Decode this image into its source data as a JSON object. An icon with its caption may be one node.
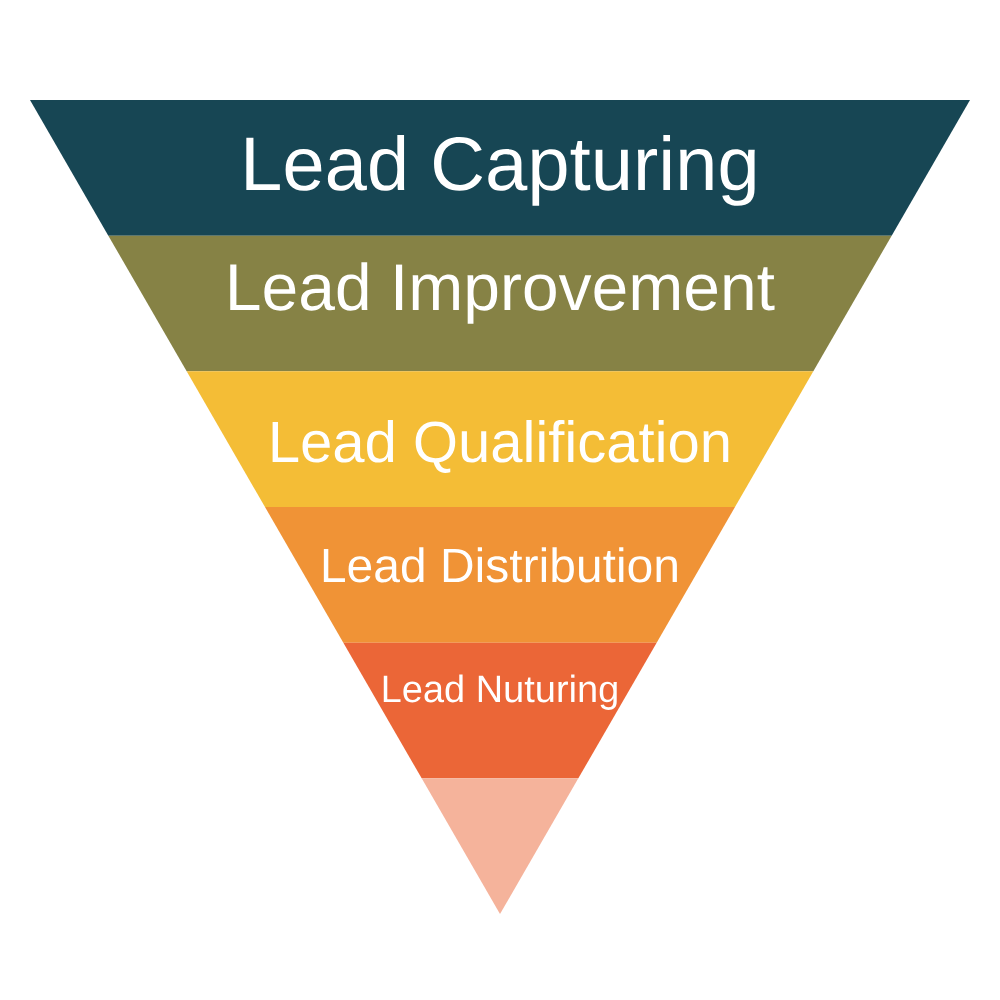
{
  "diagram": {
    "nodes": [
      {
        "text": [
          "Lead Capturing"
        ]
      },
      {
        "text": [
          "Lead Improvement"
        ]
      },
      {
        "text": [
          "Lead Qualification"
        ]
      },
      {
        "text": [
          "Lead Distribution"
        ]
      },
      {
        "text": [
          "Lead Nuturing"
        ]
      },
      {
        "text": [],
        "shape": "triangle"
      }
    ]
  }
}
